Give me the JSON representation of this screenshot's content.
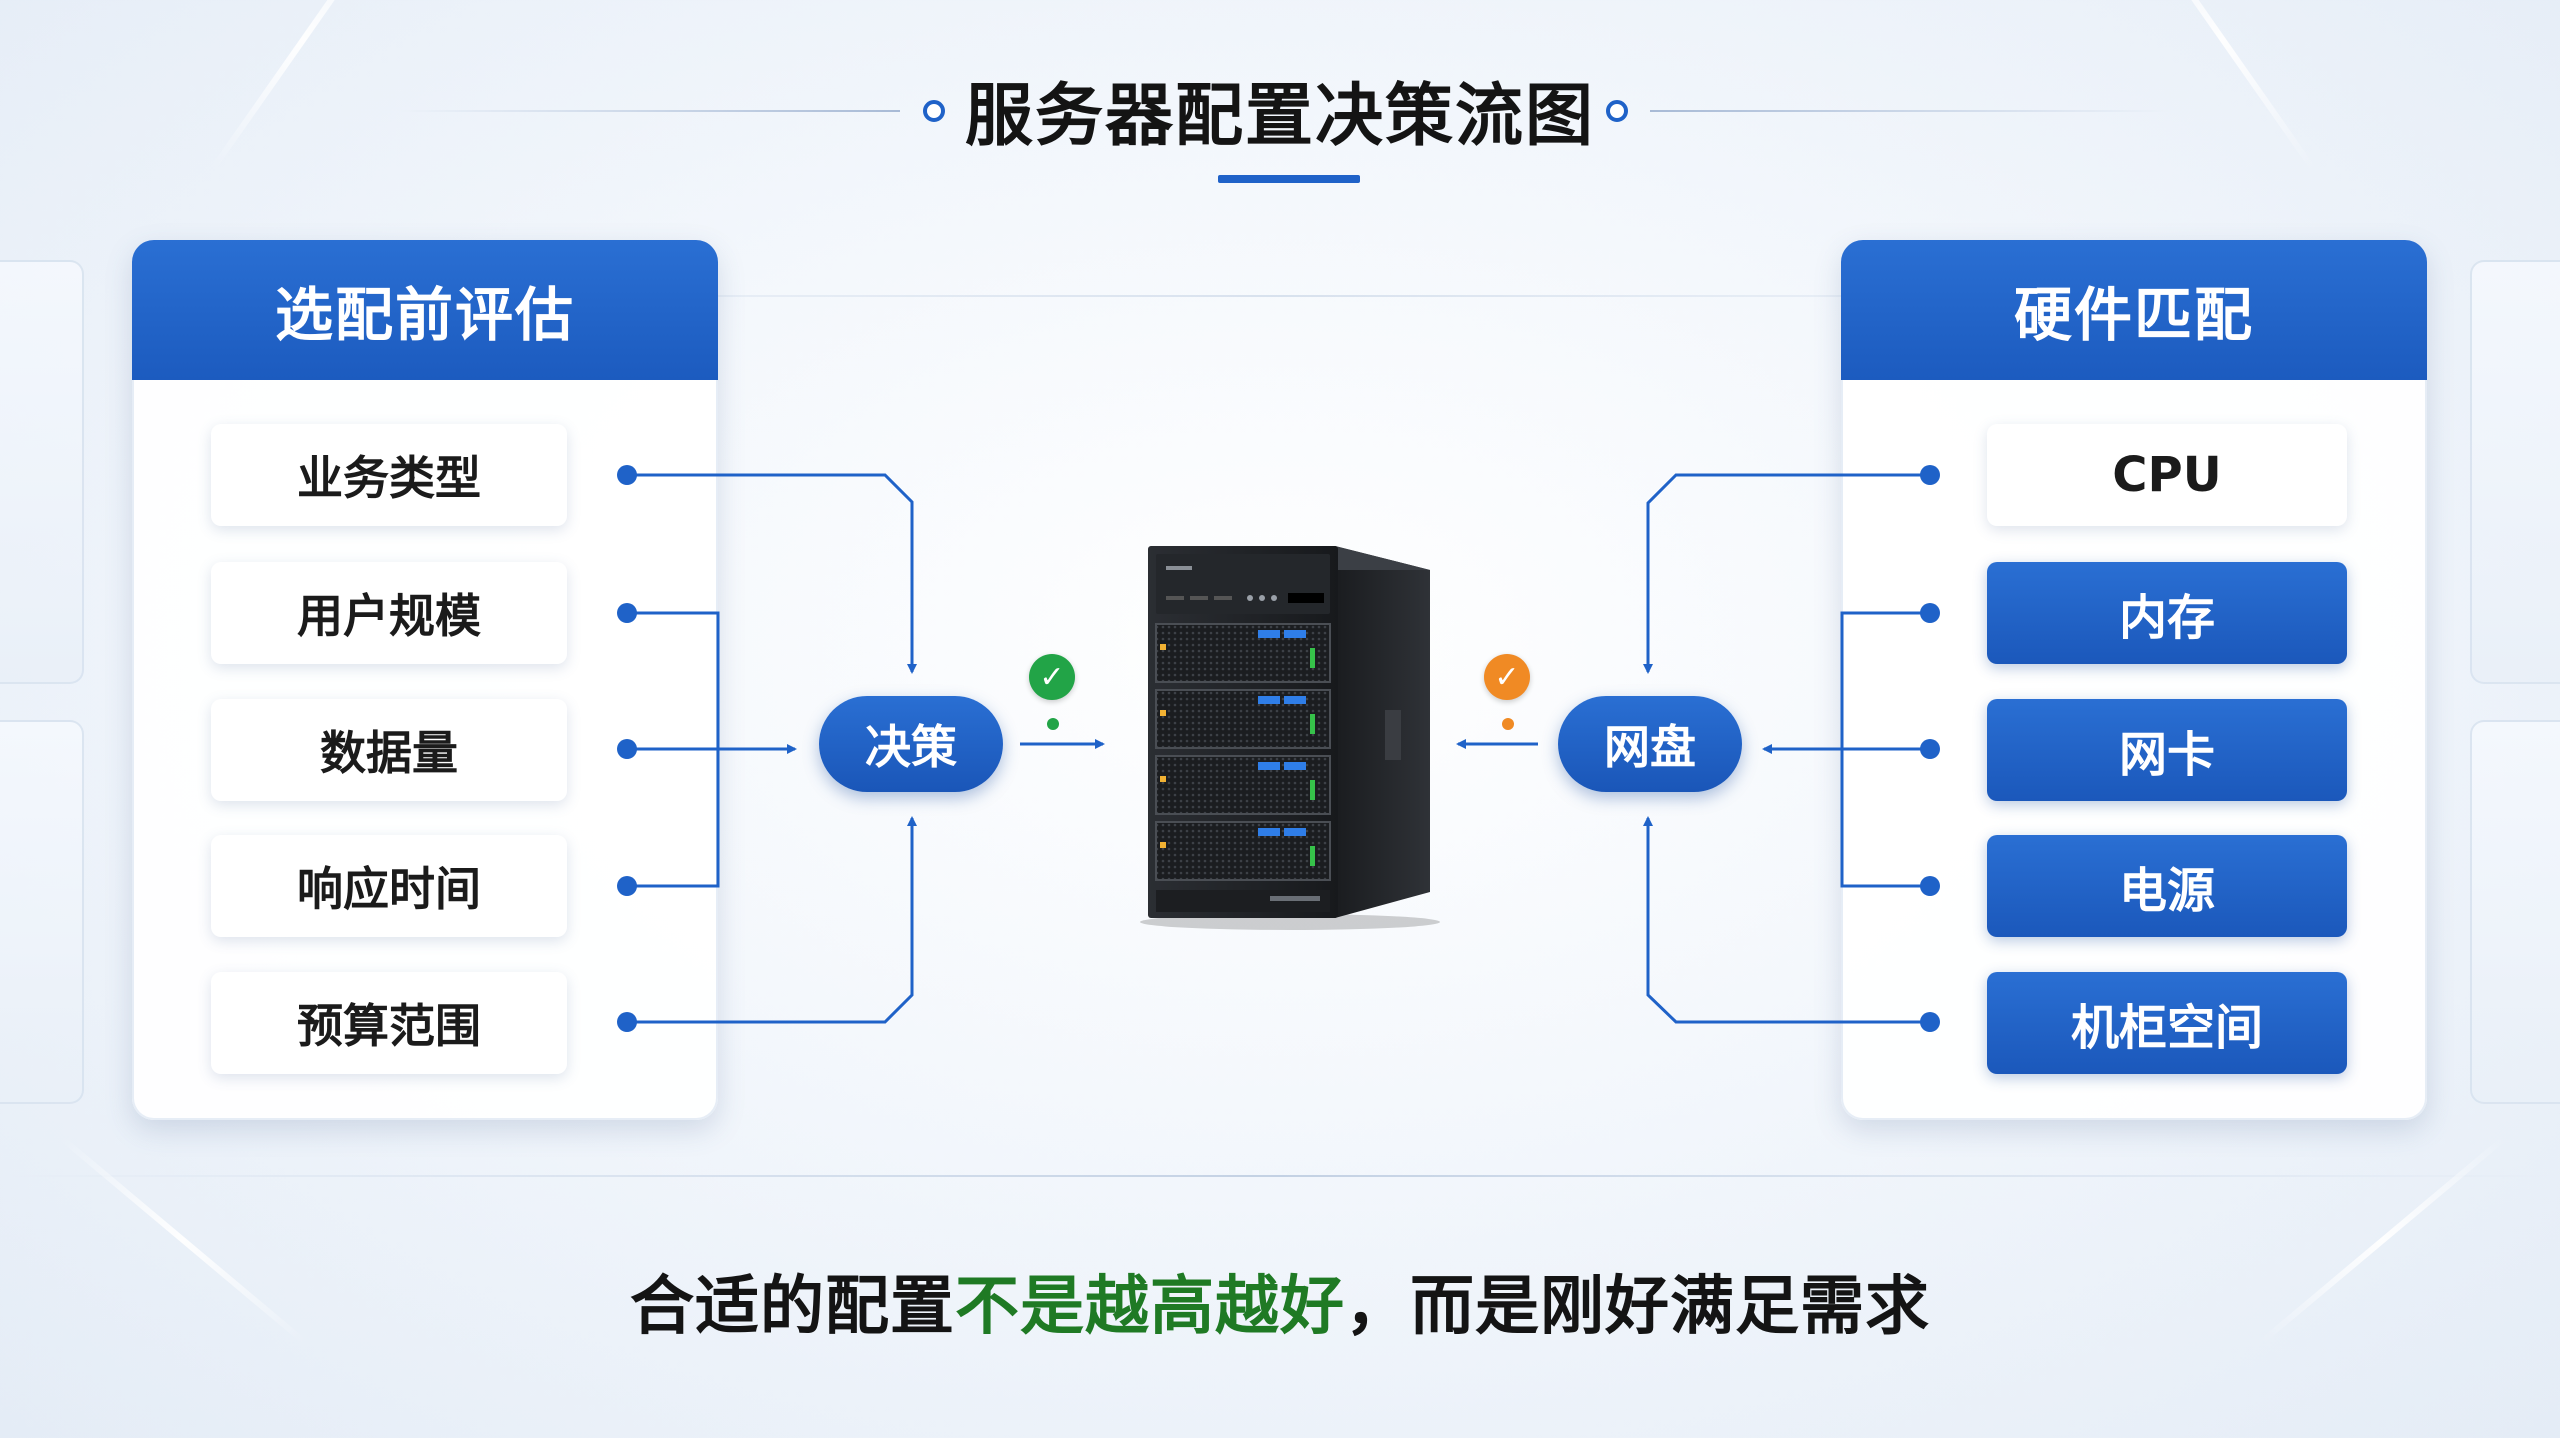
{
  "title": "服务器配置决策流图",
  "left_card": {
    "header": "选配前评估",
    "items": [
      "业务类型",
      "用户规模",
      "数据量",
      "响应时间",
      "预算范围"
    ]
  },
  "right_card": {
    "header": "硬件匹配",
    "items": [
      "CPU",
      "内存",
      "网卡",
      "电源",
      "机柜空间"
    ]
  },
  "nodes": {
    "decision": "决策",
    "disk": "网盘"
  },
  "status": {
    "left_check_color": "#22a447",
    "right_check_color": "#f08a24"
  },
  "bottom_text": {
    "part1": "合适的配置",
    "highlight": "不是越高越好",
    "part2": "，而是刚好满足需求"
  },
  "colors": {
    "accent": "#1f62c8",
    "highlight": "#1f7a24"
  }
}
